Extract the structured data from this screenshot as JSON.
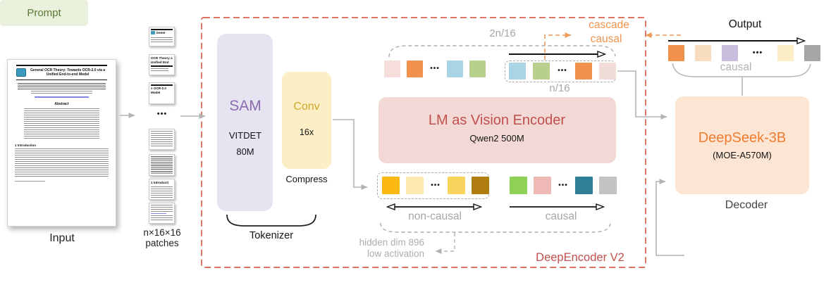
{
  "figure": {
    "input": {
      "label": "Input",
      "doc_title": "General OCR Theory: Towards OCR-2.0 via a Unified End-to-end Model",
      "abstract_heading": "Abstract",
      "intro_heading": "1  Introduction"
    },
    "patches": {
      "label_line1": "n×16×16",
      "label_line2": "patches",
      "ellipsis": "•••",
      "frag_p1": "Gener",
      "frag_p2": "OCR Theory a Unified End",
      "frag_p3": "s OCR-2.0 Model",
      "frag_p6": "1 Introducti"
    },
    "encoder": {
      "box_label": "DeepEncoder V2",
      "sam_title": "SAM",
      "sam_sub1": "VITDET",
      "sam_sub2": "80M",
      "conv_title": "Conv",
      "conv_sub": "16x",
      "compress": "Compress",
      "tokenizer": "Tokenizer",
      "lm_title": "LM as Vision Encoder",
      "lm_sub": "Qwen2 500M",
      "count_top": "2n/16",
      "count_mid": "n/16",
      "non_causal_label": "non-causal",
      "causal_label": "causal",
      "hidden_line1": "hidden dim 896",
      "hidden_line2": "low activation",
      "cascade_line1": "cascade",
      "cascade_line2": "causal"
    },
    "decoder": {
      "title": "DeepSeek-3B",
      "sub": "(MOE-A570M)",
      "caption": "Decoder",
      "prompt_label": "Prompt",
      "output_label": "Output",
      "causal_label": "causal"
    },
    "tokens": {
      "enc_top_left": [
        "#f5dedc",
        "#f0924c",
        "•••",
        "#a9d4e4",
        "#b7d08e"
      ],
      "enc_top_right": [
        "#a9d4e4",
        "#b7d08e",
        "•••",
        "#f0924c",
        "#f2dcda"
      ],
      "enc_bot_left": [
        "#fcb813",
        "#fce9b0",
        "•••",
        "#f9d45c",
        "#b07d10"
      ],
      "enc_bot_right": [
        "#8ed154",
        "#efb9b6",
        "•••",
        "#2f7f99",
        "#c3c3c3"
      ],
      "output": [
        "#f0924c",
        "#f8dcbe",
        "#c8bfdd",
        "•••",
        "#fdeec8",
        "#a6a6a6"
      ]
    },
    "colors": {
      "accent_red": "#c0504d",
      "border_red": "#d9604e",
      "decoder_orange": "#ed7d31",
      "cascade_orange": "#f0944e",
      "sam_purple": "#8b6bb0",
      "conv_gold": "#d2a42a",
      "gray_label": "#a6a6a6"
    }
  }
}
